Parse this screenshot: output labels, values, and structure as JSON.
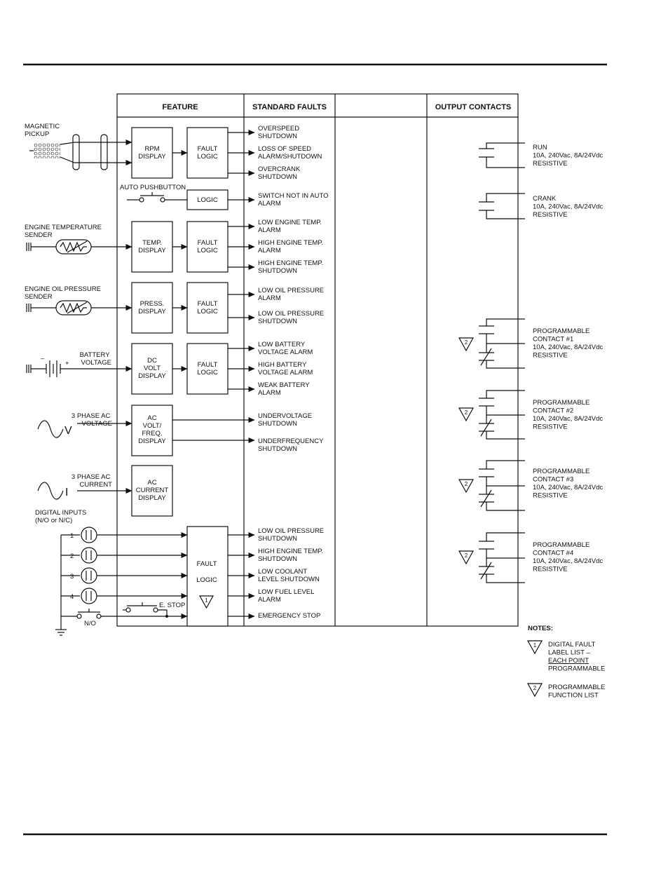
{
  "headers": {
    "feature": "FEATURE",
    "standard_faults": "STANDARD FAULTS",
    "output_contacts": "OUTPUT CONTACTS"
  },
  "inputs": {
    "magnetic_pickup": [
      "MAGNETIC",
      "PICKUP"
    ],
    "auto_pushbutton": "AUTO PUSHBUTTON",
    "engine_temp": [
      "ENGINE TEMPERATURE",
      "SENDER"
    ],
    "engine_oil": [
      "ENGINE OIL PRESSURE",
      "SENDER"
    ],
    "battery": [
      "BATTERY",
      "VOLTAGE"
    ],
    "battery_minus": "–",
    "battery_plus": "+",
    "ac_voltage": [
      "3 PHASE AC",
      "VOLTAGE"
    ],
    "ac_voltage_symbol": "V",
    "ac_current": [
      "3 PHASE AC",
      "CURRENT"
    ],
    "ac_current_symbol": "I",
    "digital_inputs": [
      "DIGITAL INPUTS",
      "(N/O or N/C)"
    ],
    "digital_numbers": [
      "1",
      "2",
      "3",
      "4"
    ],
    "no_label": "N/O",
    "estop_label": "E. STOP"
  },
  "blocks": {
    "rpm_display": [
      "RPM",
      "DISPLAY"
    ],
    "fault_logic": [
      "FAULT",
      "LOGIC"
    ],
    "logic": "LOGIC",
    "temp_display": [
      "TEMP.",
      "DISPLAY"
    ],
    "press_display": [
      "PRESS.",
      "DISPLAY"
    ],
    "dc_volt_display": [
      "DC",
      "VOLT",
      "DISPLAY"
    ],
    "ac_volt_display": [
      "AC",
      "VOLT/",
      "FREQ.",
      "DISPLAY"
    ],
    "ac_current_display": [
      "AC",
      "CURRENT",
      "DISPLAY"
    ],
    "digital_fault": "FAULT",
    "digital_logic": "LOGIC",
    "note1_mark": "1"
  },
  "faults": [
    [
      "OVERSPEED",
      "SHUTDOWN"
    ],
    [
      "LOSS OF SPEED",
      "ALARM/SHUTDOWN"
    ],
    [
      "OVERCRANK",
      "SHUTDOWN"
    ],
    [
      "SWITCH NOT IN AUTO",
      "ALARM"
    ],
    [
      "LOW ENGINE TEMP.",
      "ALARM"
    ],
    [
      "HIGH ENGINE TEMP.",
      "ALARM"
    ],
    [
      "HIGH ENGINE TEMP.",
      "SHUTDOWN"
    ],
    [
      "LOW OIL PRESSURE",
      "ALARM"
    ],
    [
      "LOW OIL PRESSURE",
      "SHUTDOWN"
    ],
    [
      "LOW BATTERY",
      "VOLTAGE ALARM"
    ],
    [
      "HIGH BATTERY",
      "VOLTAGE ALARM"
    ],
    [
      "WEAK BATTERY",
      "ALARM"
    ],
    [
      "UNDERVOLTAGE",
      "SHUTDOWN"
    ],
    [
      "UNDERFREQUENCY",
      "SHUTDOWN"
    ],
    [
      "LOW OIL PRESSURE",
      "SHUTDOWN"
    ],
    [
      "HIGH ENGINE TEMP.",
      "SHUTDOWN"
    ],
    [
      "LOW COOLANT",
      "LEVEL SHUTDOWN"
    ],
    [
      "LOW FUEL LEVEL",
      "ALARM"
    ],
    [
      "EMERGENCY STOP"
    ]
  ],
  "outputs": [
    [
      "RUN",
      "10A, 240Vac, 8A/24Vdc",
      "RESISTIVE"
    ],
    [
      "CRANK",
      "10A, 240Vac, 8A/24Vdc",
      "RESISTIVE"
    ],
    [
      "PROGRAMMABLE",
      "CONTACT #1",
      "10A, 240Vac, 8A/24Vdc",
      "RESISTIVE"
    ],
    [
      "PROGRAMMABLE",
      "CONTACT #2",
      "10A, 240Vac, 8A/24Vdc",
      "RESISTIVE"
    ],
    [
      "PROGRAMMABLE",
      "CONTACT #3",
      "10A, 240Vac, 8A/24Vdc",
      "RESISTIVE"
    ],
    [
      "PROGRAMMABLE",
      "CONTACT #4",
      "10A, 240Vac, 8A/24Vdc",
      "RESISTIVE"
    ]
  ],
  "note2_mark": "2",
  "notes": {
    "title": "NOTES:",
    "note1_mark": "1",
    "note1": [
      "DIGITAL FAULT",
      "LABEL LIST –",
      "EACH POINT",
      "PROGRAMMABLE"
    ],
    "note2_mark": "2",
    "note2": [
      "PROGRAMMABLE",
      "FUNCTION LIST"
    ]
  }
}
